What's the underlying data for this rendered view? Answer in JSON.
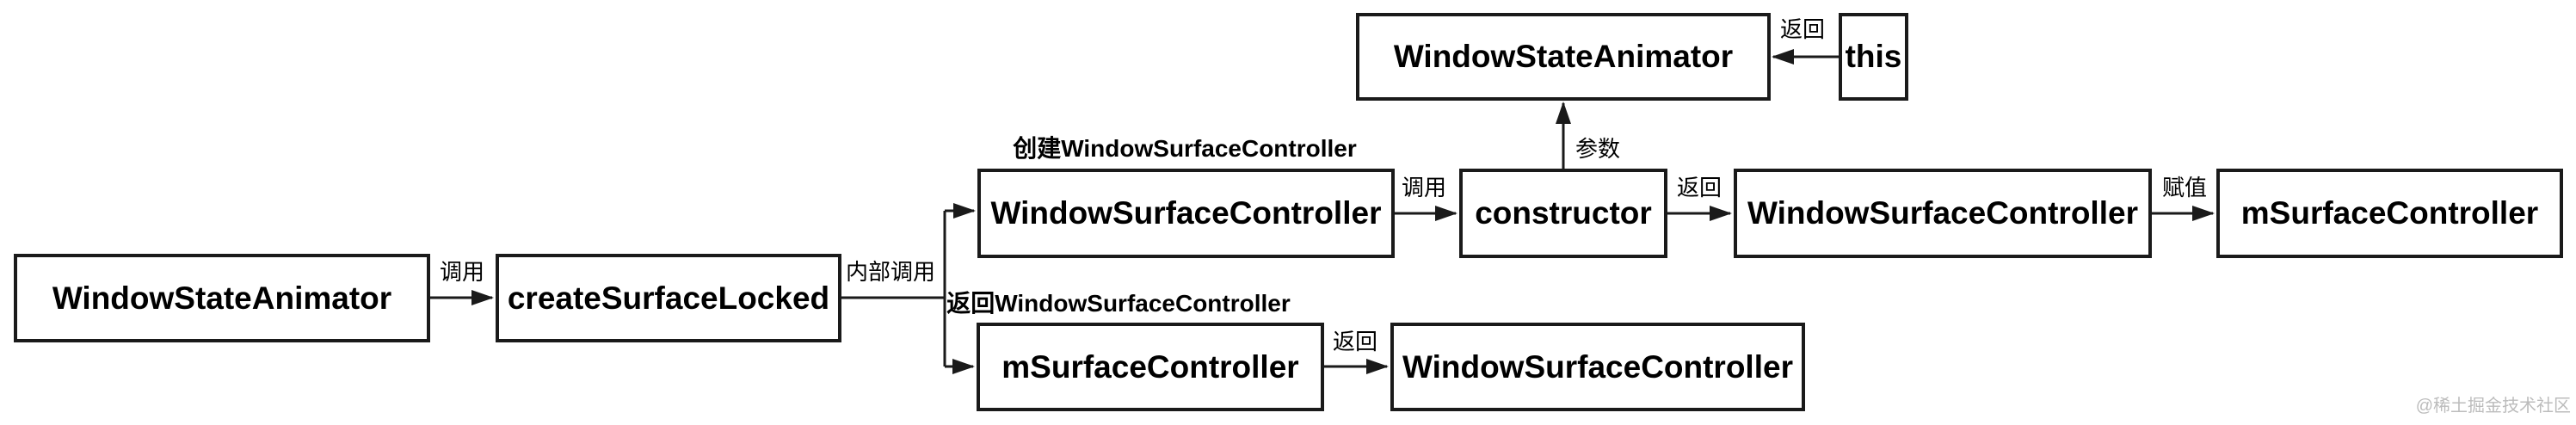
{
  "diagram": {
    "background": "#ffffff",
    "stroke_color": "#1a1a1a",
    "text_color": "#000000",
    "boxes": {
      "wsa_left": "WindowStateAnimator",
      "create_surface_locked": "createSurfaceLocked",
      "wsc_created": "WindowSurfaceController",
      "ctor": "constructor",
      "wsa_top": "WindowStateAnimator",
      "this_ref": "this",
      "wsc_returned": "WindowSurfaceController",
      "msc_assigned": "mSurfaceController",
      "msc_inner": "mSurfaceController",
      "wsc_bottom": "WindowSurfaceController"
    },
    "labels": {
      "call_1": "调用",
      "internal_call": "内部调用",
      "create_title": "创建WindowSurfaceController",
      "return_title": "返回WindowSurfaceController",
      "call_2": "调用",
      "params": "参数",
      "return_constructor": "返回",
      "assign": "赋值",
      "return_this": "返回",
      "return_inner": "返回"
    },
    "watermark": {
      "text": "@稀土掘金技术社区",
      "color": "#bcbcbc"
    }
  }
}
